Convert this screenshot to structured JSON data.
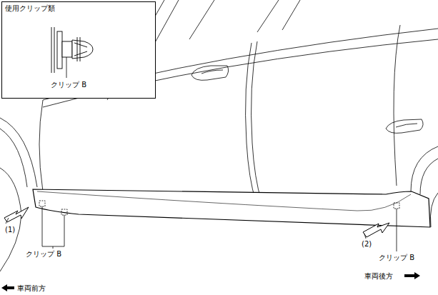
{
  "diagram": {
    "nodes": [
      {
        "text": [
          "使用クリップ類",
          "クリップ B"
        ]
      }
    ],
    "labels": [
      "(1)",
      "クリップ B",
      "(2)",
      "クリップ B",
      "車両前方",
      "車両後方"
    ]
  }
}
